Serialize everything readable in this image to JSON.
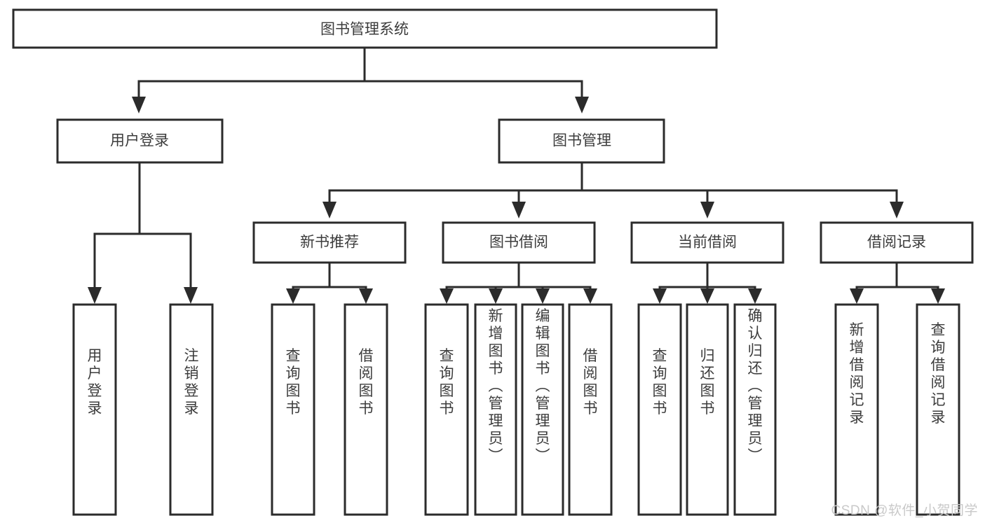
{
  "diagram": {
    "title": "图书管理系统",
    "type": "tree-hierarchy-chart",
    "root": {
      "label": "图书管理系统"
    },
    "level2": [
      {
        "label": "用户登录"
      },
      {
        "label": "图书管理"
      }
    ],
    "level3": [
      {
        "label": "新书推荐"
      },
      {
        "label": "图书借阅"
      },
      {
        "label": "当前借阅"
      },
      {
        "label": "借阅记录"
      }
    ],
    "leaves": {
      "user_login": [
        {
          "label": "用户登录"
        },
        {
          "label": "注销登录"
        }
      ],
      "new_book_recommend": [
        {
          "label": "查询图书"
        },
        {
          "label": "借阅图书"
        }
      ],
      "book_borrow": [
        {
          "label": "查询图书"
        },
        {
          "label": "新增图书（管理员）"
        },
        {
          "label": "编辑图书（管理员）"
        },
        {
          "label": "借阅图书"
        }
      ],
      "current_borrow": [
        {
          "label": "查询图书"
        },
        {
          "label": "归还图书"
        },
        {
          "label": "确认归还（管理员）"
        }
      ],
      "borrow_record": [
        {
          "label": "新增借阅记录"
        },
        {
          "label": "查询借阅记录"
        }
      ]
    },
    "colors": {
      "stroke": "#2b2b2b",
      "fill": "#ffffff",
      "text": "#3c3c3c",
      "watermark": "#c9c9c9"
    }
  },
  "watermark": {
    "text": "CSDN @软件_小贺同学"
  }
}
